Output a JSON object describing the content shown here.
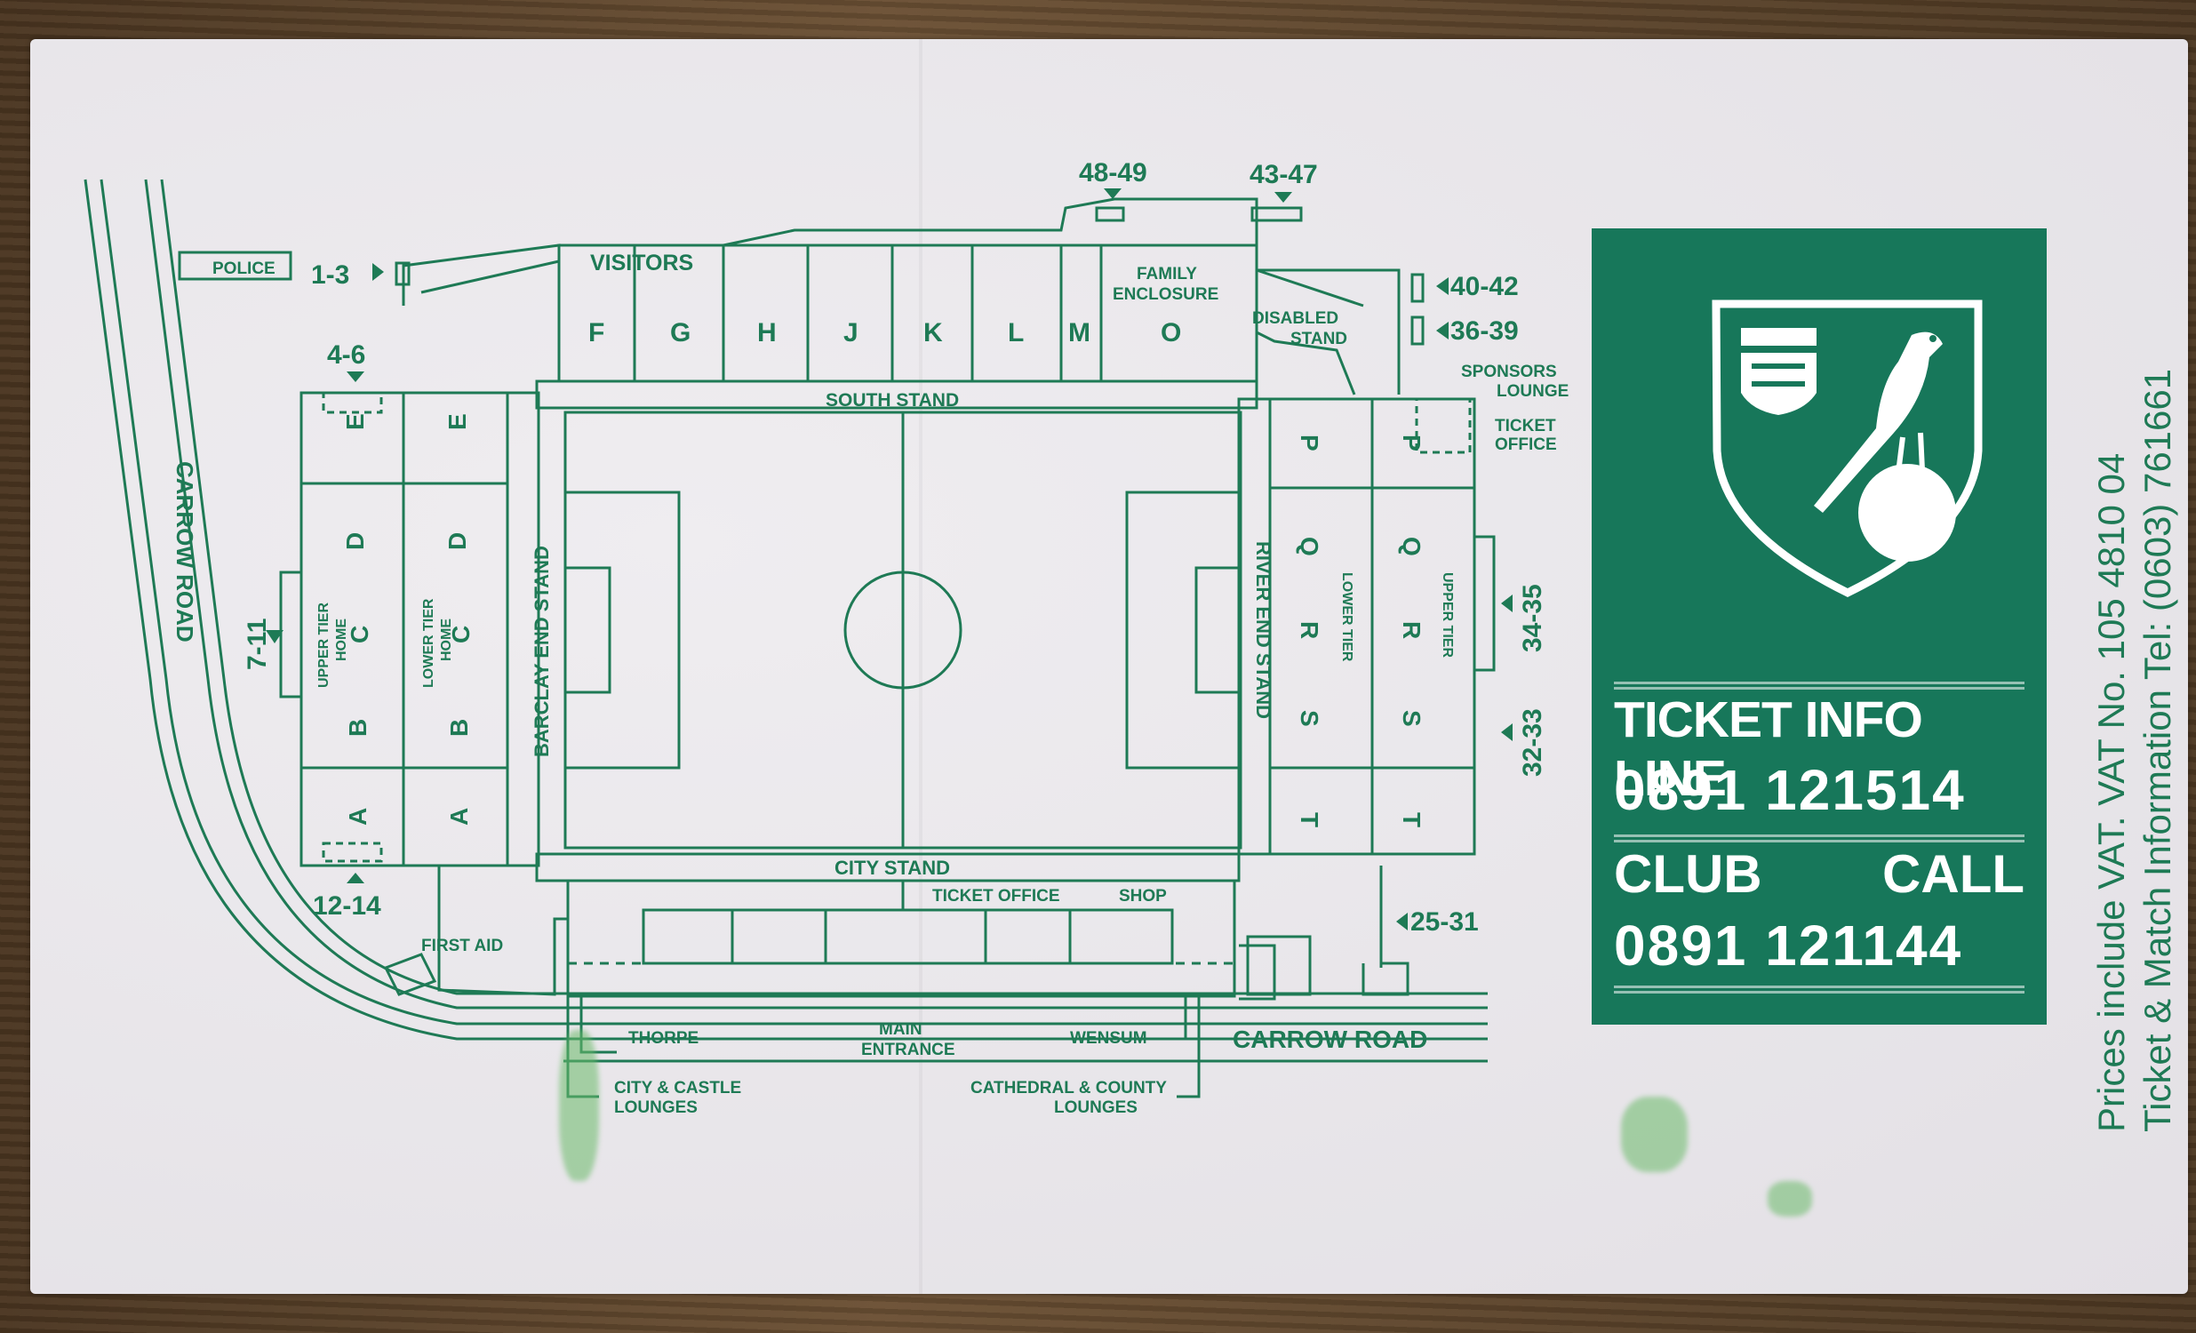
{
  "map": {
    "roads": [
      "CARROW ROAD",
      "CARROW ROAD"
    ],
    "stands": {
      "south": "SOUTH STAND",
      "city": "CITY STAND",
      "barclay": "BARCLAY END STAND",
      "river": "RIVER END STAND"
    },
    "areas": {
      "police": "POLICE",
      "visitors": "VISITORS",
      "family1": "FAMILY",
      "family2": "ENCLOSURE",
      "disabled1": "DISABLED",
      "disabled2": "STAND",
      "sponsors1": "SPONSORS",
      "sponsors2": "LOUNGE",
      "ticket_office_1": "TICKET",
      "ticket_office_2": "OFFICE",
      "ticket_office_city": "TICKET OFFICE",
      "shop": "SHOP",
      "first_aid": "FIRST AID",
      "thorpe": "THORPE",
      "main1": "MAIN",
      "main2": "ENTRANCE",
      "wensum": "WENSUM",
      "city_castle_1": "CITY & CASTLE",
      "city_castle_2": "LOUNGES",
      "cathedral_1": "CATHEDRAL & COUNTY",
      "cathedral_2": "LOUNGES",
      "upper_tier_home": [
        "UPPER TIER",
        "HOME"
      ],
      "lower_tier_home": [
        "LOWER TIER",
        "HOME"
      ],
      "lower_tier": "LOWER TIER",
      "upper_tier": "UPPER TIER"
    },
    "south_blocks": [
      "F",
      "G",
      "H",
      "J",
      "K",
      "L",
      "M",
      "O"
    ],
    "barclay_upper_blocks": [
      "E",
      "D",
      "C",
      "B",
      "A"
    ],
    "barclay_lower_blocks": [
      "E",
      "D",
      "C",
      "B",
      "A"
    ],
    "river_lower_blocks": [
      "P",
      "Q",
      "R",
      "S",
      "T"
    ],
    "river_upper_blocks": [
      "P",
      "Q",
      "R",
      "S",
      "T"
    ],
    "turnstiles": {
      "t1": "1-3",
      "t2": "4-6",
      "t3": "7-11",
      "t4": "12-14",
      "t5": "48-49",
      "t6": "43-47",
      "t7": "40-42",
      "t8": "36-39",
      "t9": "34-35",
      "t10": "32-33",
      "t11": "25-31"
    }
  },
  "panel": {
    "info_title": "TICKET INFO LINE",
    "info_number": "0891 121514",
    "club": "CLUB",
    "call": "CALL",
    "club_number": "0891 121144"
  },
  "side_text": {
    "vat": "Prices include VAT. VAT No. 105 4810 04",
    "tel": "Ticket & Match Information Tel: (0603) 761661"
  },
  "colors": {
    "ink": "#1e7a55",
    "panel": "#17775a",
    "paper": "#e9e6ea"
  }
}
